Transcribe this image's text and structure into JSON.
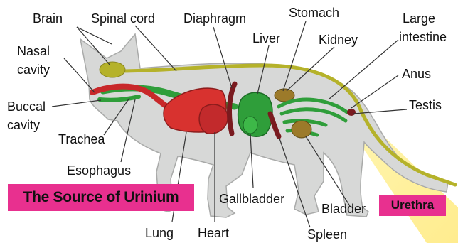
{
  "labels": {
    "brain": "Brain",
    "spinal_cord": "Spinal cord",
    "diaphragm": "Diaphragm",
    "stomach": "Stomach",
    "large_intestine_1": "Large",
    "large_intestine_2": "intestine",
    "nasal_cavity_1": "Nasal",
    "nasal_cavity_2": "cavity",
    "liver": "Liver",
    "kidney": "Kidney",
    "anus": "Anus",
    "buccal_cavity_1": "Buccal",
    "buccal_cavity_2": "cavity",
    "testis": "Testis",
    "trachea": "Trachea",
    "esophagus": "Esophagus",
    "gallbladder": "Gallbladder",
    "bladder": "Bladder",
    "lung": "Lung",
    "heart": "Heart",
    "spleen": "Spleen"
  },
  "banners": {
    "source": "The Source of Urinium",
    "urethra": "Urethra"
  },
  "colors": {
    "banner": "#e8308f",
    "body_silhouette": "#d7d8d7",
    "lung_heart": "#d8322f",
    "liver_green": "#2f9e3a",
    "nerve_yellow": "#b5b22a",
    "dark_red": "#7a1a1f",
    "highlight_glow": "#fff3a0"
  }
}
